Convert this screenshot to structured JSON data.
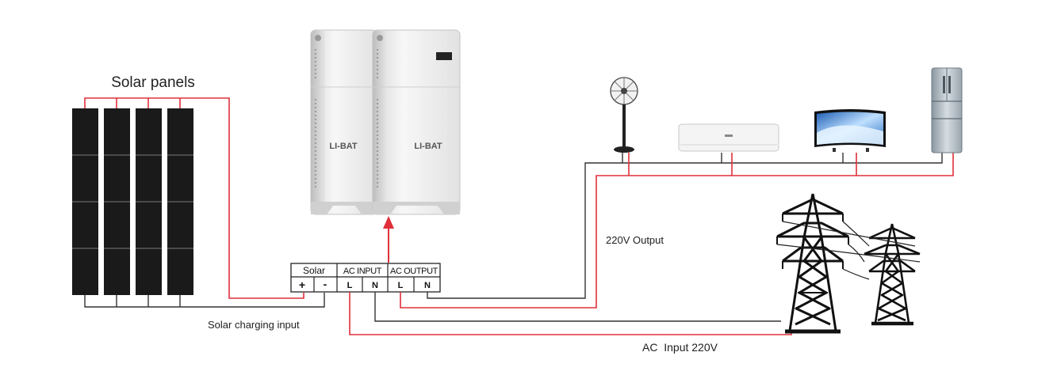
{
  "labels": {
    "solar_panels": "Solar panels",
    "battery_left": "LI-BAT",
    "battery_right": "LI-BAT",
    "output_220v": "220V Output",
    "solar_charging_input": "Solar charging input",
    "ac_input_220v": "AC  Input 220V"
  },
  "terminal_block": {
    "headers": [
      "Solar",
      "AC INPUT",
      "AC OUTPUT"
    ],
    "terminals": [
      "+",
      "-",
      "L",
      "N",
      "L",
      "N"
    ]
  },
  "colors": {
    "wire_live": "#e0303a",
    "wire_neutral": "#333333",
    "panel_dark": "#1a1a1a",
    "panel_cell_line": "#3a3a3a",
    "battery_body": "#eeeeee",
    "arrow": "#e0303a"
  }
}
